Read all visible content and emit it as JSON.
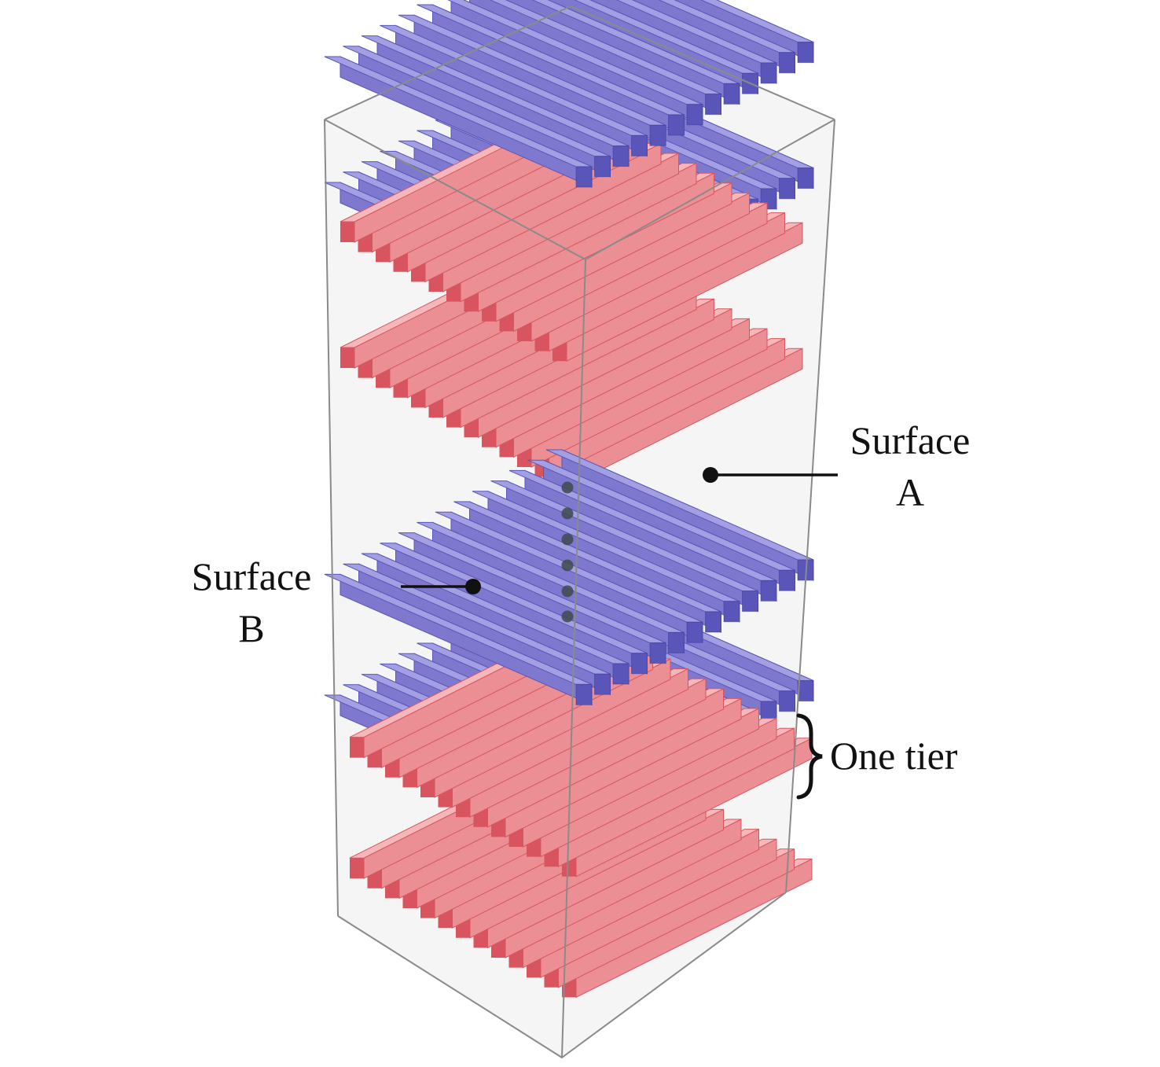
{
  "labels": {
    "surface_a_line1": "Surface",
    "surface_a_line2": "A",
    "surface_b_line1": "Surface",
    "surface_b_line2": "B",
    "one_tier": "One tier"
  },
  "colors": {
    "blue_face": "#7e79cf",
    "blue_top": "#a39fe3",
    "blue_end": "#5a55b8",
    "red_face": "#eb8f95",
    "red_top": "#f6b7bb",
    "red_end": "#d8545e",
    "box_edge": "#8a8a8a",
    "box_fill": "#ededed",
    "dot": "#3d4a4e",
    "ink": "#111111"
  },
  "structure": {
    "stacks": 2,
    "tiers_per_stack": 2,
    "rods_per_layer": 13
  }
}
